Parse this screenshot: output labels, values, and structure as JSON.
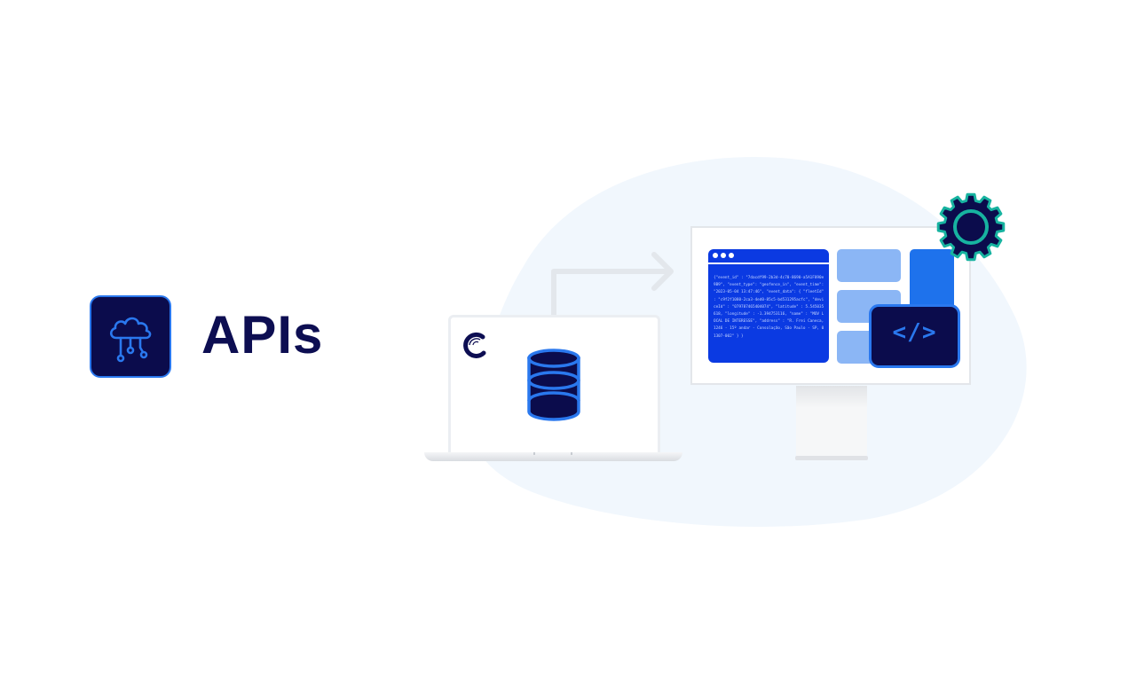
{
  "hero": {
    "title": "APIs",
    "tile_icon": "cloud-network-icon"
  },
  "illustration": {
    "laptop": {
      "logo_icon": "brand-c-logo-icon",
      "content_icon": "database-icon"
    },
    "flow_arrow": "arrow-right-icon",
    "monitor": {
      "code_window": {
        "window_dots": 3,
        "json_text": "{\"event_id\" : \"7dacdf99-2b3d-4c70-8690-a5A1F890e9B9\", \"event_type\": \"geofence_in\", \"event_time\": \"2023-05-04 13:47:46\", \"event_data\": { \"fleetId\" : \"c9f2f1080-2ca3-4ed0-85c5-bd531295acfc\", \"deviceId\" : \"079787465404074\", \"latitude\" : 5.545035618, \"longitude\" : -1.394753116, \"name\" : \"MOV LOCAL DE INTERESSE\", \"address\" : \"R. Frei Caneca, 1246 - 15º andar - Consolação, São Paulo - SP, 01307-002\" } }"
      },
      "code_badge_glyph": "</>",
      "gear_icon": "gear-icon"
    }
  },
  "colors": {
    "navy": "#0b0c4c",
    "title_navy": "#0d0e52",
    "accent_blue": "#2a78ee",
    "code_blue": "#0b3ae2",
    "light_block": "#8bb6f5",
    "tall_block": "#1e72ec",
    "gear_teal": "#17b3a0",
    "blob_bg": "#f1f7fd",
    "arrow_gray": "#e3e7ec"
  }
}
